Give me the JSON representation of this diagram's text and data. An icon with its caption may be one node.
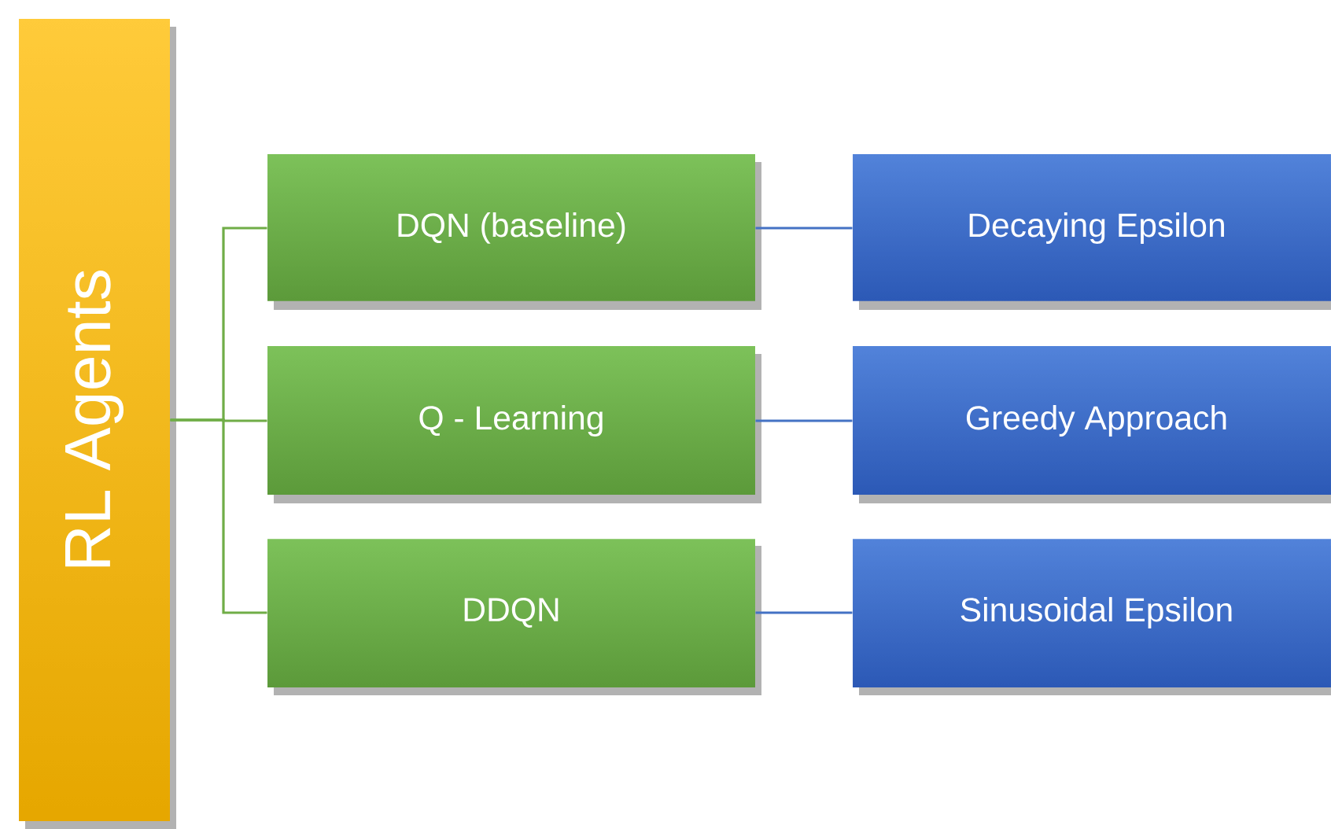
{
  "diagram": {
    "nodes": [
      {
        "text": [
          "RL Agents"
        ]
      },
      {
        "text": [
          "DQN (baseline)"
        ]
      },
      {
        "text": [
          "Q - Learning"
        ]
      },
      {
        "text": [
          "DDQN"
        ]
      },
      {
        "text": [
          "Decaying Epsilon"
        ]
      },
      {
        "text": [
          "Greedy Approach"
        ]
      },
      {
        "text": [
          "Sinusoidal Epsilon"
        ]
      }
    ],
    "edges": [
      {
        "from": 0,
        "to": 1,
        "arrow": "none",
        "color": "#70ad47"
      },
      {
        "from": 0,
        "to": 2,
        "arrow": "none",
        "color": "#70ad47"
      },
      {
        "from": 0,
        "to": 3,
        "arrow": "none",
        "color": "#70ad47"
      },
      {
        "from": 1,
        "to": 4,
        "arrow": "none",
        "color": "#4472c4"
      },
      {
        "from": 2,
        "to": 5,
        "arrow": "none",
        "color": "#4472c4"
      },
      {
        "from": 3,
        "to": 6,
        "arrow": "none",
        "color": "#4472c4"
      }
    ]
  }
}
